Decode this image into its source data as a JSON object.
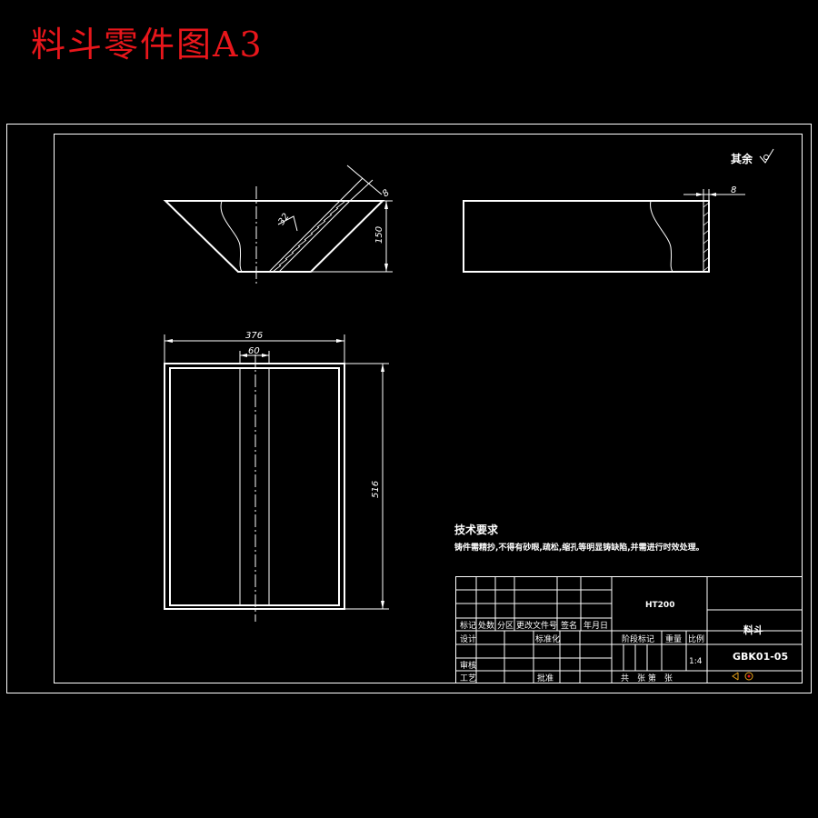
{
  "header": {
    "title": "料斗零件图A3"
  },
  "drawing": {
    "roughness_note": "其余",
    "dimensions": {
      "bevel_thickness": "8",
      "bevel_offset": "32",
      "height": "150",
      "side_thickness": "8",
      "width": "376",
      "center_width": "60",
      "length": "516"
    },
    "tech_requirements": {
      "title": "技术要求",
      "text": "铸件需精抄,不得有砂眼,疏松,缩孔等明显铸缺陷,并需进行时效处理。"
    }
  },
  "title_block": {
    "material": "HT200",
    "part_name": "料斗",
    "drawing_no": "GBK01-05",
    "scale": "1:4",
    "headers": {
      "mark": "标记",
      "count": "处数",
      "zone": "分区",
      "change_doc": "更改文件号",
      "signature": "签名",
      "date": "年月日",
      "design": "设计",
      "standardization": "标准化",
      "check": "审核",
      "process": "工艺",
      "approve": "批准",
      "stage_mark": "阶段标记",
      "weight": "重量",
      "ratio": "比例",
      "sheets": "共　张 第　张"
    }
  }
}
